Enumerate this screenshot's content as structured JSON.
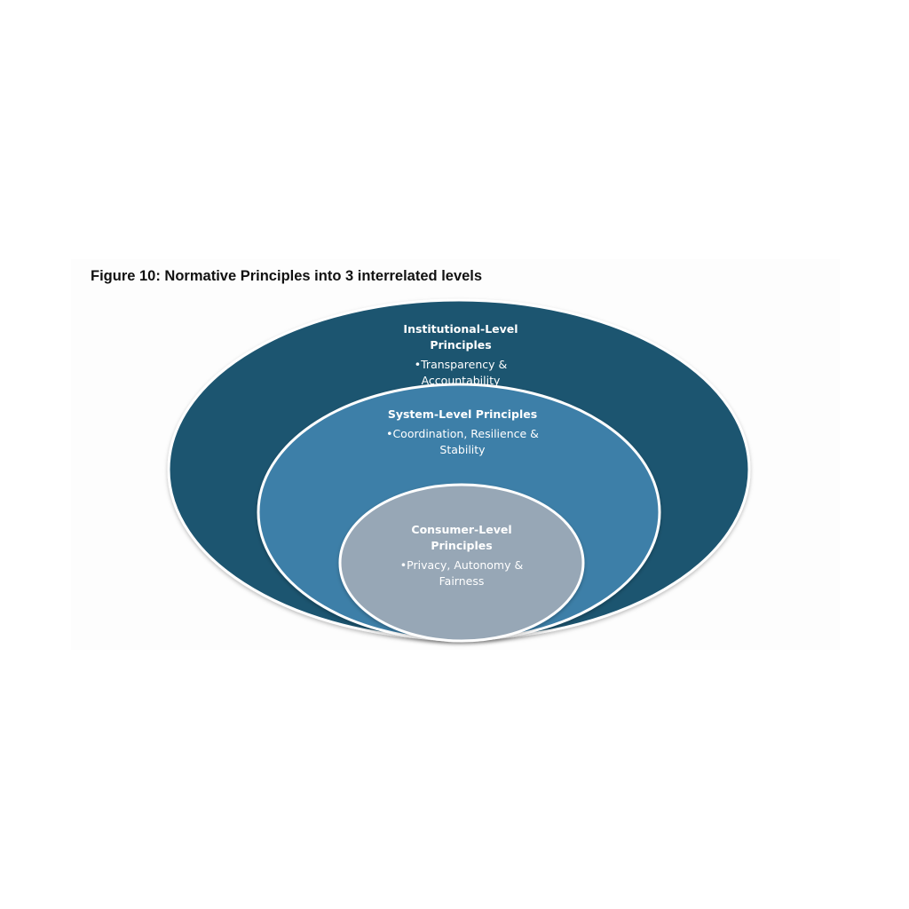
{
  "figure": {
    "title": "Figure 10: Normative Principles into 3 interrelated levels",
    "colors": {
      "institutional": "#1c5470",
      "system": "#3c7fa8",
      "consumer": "#97a7b6",
      "outline": "#ffffff"
    },
    "levels": [
      {
        "heading": "Institutional-Level Principles",
        "bullet": "•Transparency & Accountability"
      },
      {
        "heading": "System-Level Principles",
        "bullet": "•Coordination, Resilience & Stability"
      },
      {
        "heading": "Consumer-Level Principles",
        "bullet": "•Privacy, Autonomy & Fairness"
      }
    ]
  }
}
